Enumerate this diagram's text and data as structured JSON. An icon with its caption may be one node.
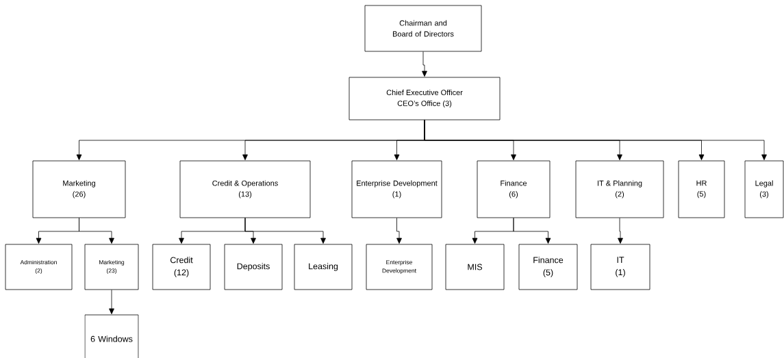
{
  "diagram": {
    "nodes": [
      {
        "text": [
          "Chairman and Board of Directors"
        ]
      },
      {
        "text": [
          "Chief Executive Officer",
          "CEO’s Office (3)"
        ]
      },
      {
        "text": [
          "Marketing",
          "(26)"
        ]
      },
      {
        "text": [
          "Credit & Operations",
          "(13)"
        ]
      },
      {
        "text": [
          "Enterprise Development",
          "(1)"
        ]
      },
      {
        "text": [
          "Finance",
          "(6)"
        ]
      },
      {
        "text": [
          "IT & Planning",
          "(2)"
        ]
      },
      {
        "text": [
          "HR",
          "(5)"
        ]
      },
      {
        "text": [
          "Legal",
          "(3)"
        ]
      },
      {
        "text": [
          "Administration",
          "(2)"
        ]
      },
      {
        "text": [
          "Marketing",
          "(23)"
        ]
      },
      {
        "text": [
          "Credit",
          "(12)"
        ]
      },
      {
        "text": [
          "Deposits"
        ]
      },
      {
        "text": [
          "Leasing"
        ]
      },
      {
        "text": [
          "Enterprise Development"
        ]
      },
      {
        "text": [
          "MIS"
        ]
      },
      {
        "text": [
          "Finance",
          "(5)"
        ]
      },
      {
        "text": [
          "IT",
          "(1)"
        ]
      },
      {
        "text": [
          "6 Windows"
        ]
      }
    ],
    "edges": [
      {
        "from": 0,
        "to": 1,
        "arrow": "to"
      },
      {
        "from": 1,
        "to": 2,
        "arrow": "to"
      },
      {
        "from": 1,
        "to": 3,
        "arrow": "to"
      },
      {
        "from": 1,
        "to": 4,
        "arrow": "to"
      },
      {
        "from": 1,
        "to": 5,
        "arrow": "to"
      },
      {
        "from": 1,
        "to": 6,
        "arrow": "to"
      },
      {
        "from": 1,
        "to": 7,
        "arrow": "to"
      },
      {
        "from": 1,
        "to": 8,
        "arrow": "to"
      },
      {
        "from": 2,
        "to": 9,
        "arrow": "to"
      },
      {
        "from": 2,
        "to": 10,
        "arrow": "to"
      },
      {
        "from": 3,
        "to": 11,
        "arrow": "to"
      },
      {
        "from": 3,
        "to": 12,
        "arrow": "to"
      },
      {
        "from": 3,
        "to": 13,
        "arrow": "to"
      },
      {
        "from": 4,
        "to": 14,
        "arrow": "to"
      },
      {
        "from": 5,
        "to": 15,
        "arrow": "to"
      },
      {
        "from": 5,
        "to": 16,
        "arrow": "to"
      },
      {
        "from": 6,
        "to": 17,
        "arrow": "to"
      },
      {
        "from": 10,
        "to": 18,
        "arrow": "to"
      }
    ]
  }
}
